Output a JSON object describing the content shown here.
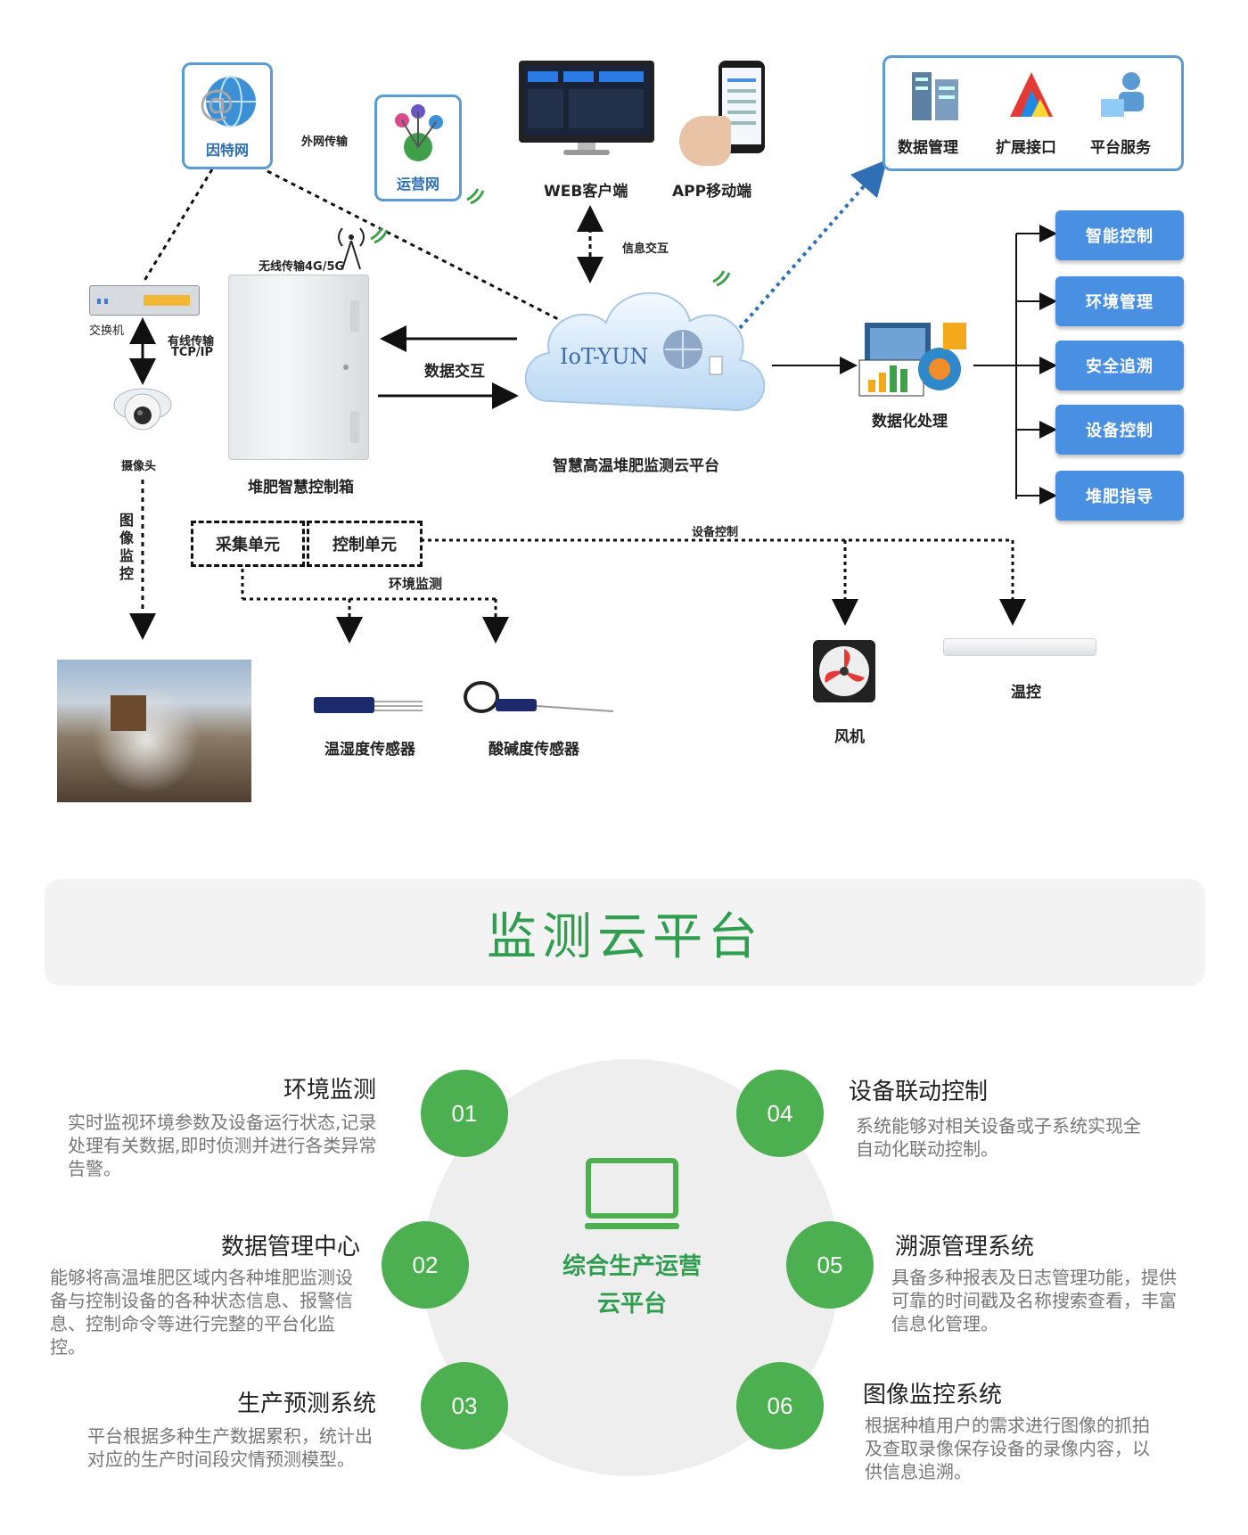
{
  "diagram": {
    "internet_label": "因特网",
    "operator_label": "运营网",
    "external_link_label": "外网传输",
    "web_label": "WEB客户端",
    "app_label": "APP移动端",
    "info_exchange_label": "信息交互",
    "cloud_text": "IoT-YUN",
    "cloud_caption": "智慧高温堆肥监测云平台",
    "wireless_label": "无线传输4G/5G",
    "switch_label": "交换机",
    "wired_label": "有线传输",
    "tcpip_label": "TCP/IP",
    "camera_label": "摄像头",
    "control_box_label": "堆肥智慧控制箱",
    "data_exchange_label": "数据交互",
    "data_processing_label": "数据化处理",
    "top_services": [
      "数据管理",
      "扩展接口",
      "平台服务"
    ],
    "functions": [
      "智能控制",
      "环境管理",
      "安全追溯",
      "设备控制",
      "堆肥指导"
    ],
    "image_monitor_label": "图像监控",
    "collect_unit": "采集单元",
    "control_unit": "控制单元",
    "env_monitor_label": "环境监测",
    "device_control_label": "设备控制",
    "sensor1_label": "温湿度传感器",
    "sensor2_label": "酸碱度传感器",
    "fan_label": "风机",
    "temp_control_label": "温控"
  },
  "banner": {
    "title": "监测云平台"
  },
  "center": {
    "line1": "综合生产运营",
    "line2": "云平台"
  },
  "features": [
    {
      "num": "01",
      "title": "环境监测",
      "desc": "实时监视环境参数及设备运行状态,记录处理有关数据,即时侦测并进行各类异常告警。"
    },
    {
      "num": "02",
      "title": "数据管理中心",
      "desc": "能够将高温堆肥区域内各种堆肥监测设备与控制设备的各种状态信息、报警信息、控制命令等进行完整的平台化监控。"
    },
    {
      "num": "03",
      "title": "生产预测系统",
      "desc": "平台根据多种生产数据累积，统计出对应的生产时间段灾情预测模型。"
    },
    {
      "num": "04",
      "title": "设备联动控制",
      "desc": "系统能够对相关设备或子系统实现全自动化联动控制。"
    },
    {
      "num": "05",
      "title": "溯源管理系统",
      "desc": "具备多种报表及日志管理功能，提供可靠的时间戳及名称搜索查看，丰富信息化管理。"
    },
    {
      "num": "06",
      "title": "图像监控系统",
      "desc": "根据种植用户的需求进行图像的抓拍及查取录像保存设备的录像内容，以供信息追溯。"
    }
  ],
  "colors": {
    "accent_green": "#4caf50",
    "title_green": "#2f9e4f",
    "button_blue": "#4a90e2",
    "box_border_blue": "#5b9bd5"
  }
}
